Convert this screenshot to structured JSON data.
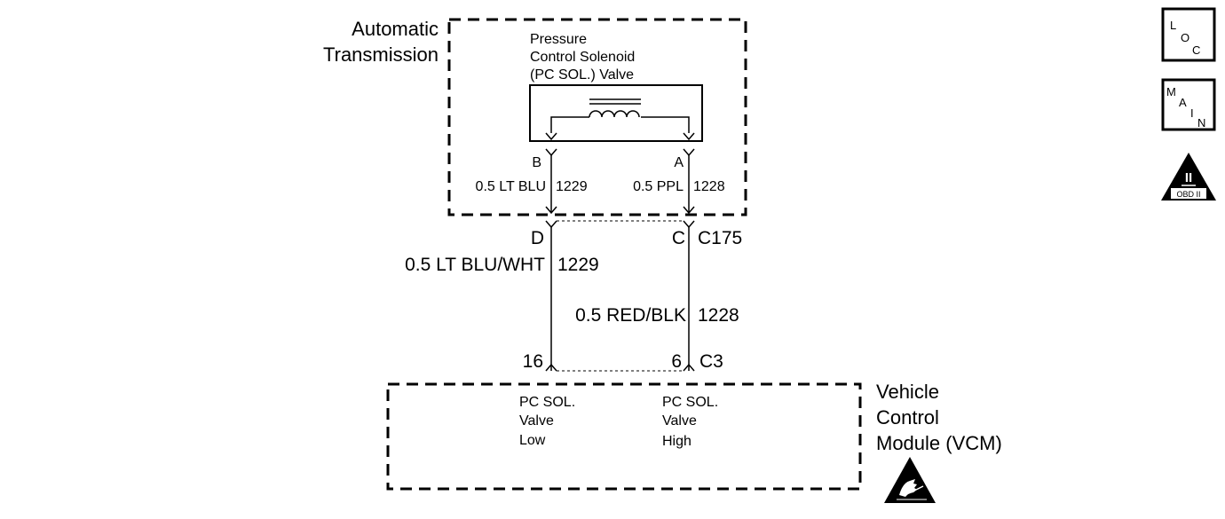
{
  "transmission": {
    "label_line1": "Automatic",
    "label_line2": "Transmission",
    "solenoid": {
      "line1": "Pressure",
      "line2": "Control Solenoid",
      "line3": "(PC SOL.) Valve"
    },
    "terminal_b": "B",
    "terminal_a": "A",
    "wire_b_label": "0.5 LT BLU",
    "wire_b_circuit": "1229",
    "wire_a_label": "0.5 PPL",
    "wire_a_circuit": "1228"
  },
  "connector_c175": {
    "pin_d": "D",
    "pin_c": "C",
    "name": "C175"
  },
  "harness": {
    "left_wire_label": "0.5 LT BLU/WHT",
    "left_wire_circuit": "1229",
    "right_wire_label": "0.5 RED/BLK",
    "right_wire_circuit": "1228"
  },
  "connector_c3": {
    "pin_left": "16",
    "pin_right": "6",
    "name": "C3"
  },
  "vcm": {
    "label_line1": "Vehicle",
    "label_line2": "Control",
    "label_line3": "Module (VCM)",
    "low_line1": "PC SOL.",
    "low_line2": "Valve",
    "low_line3": "Low",
    "high_line1": "PC SOL.",
    "high_line2": "Valve",
    "high_line3": "High"
  },
  "icons": {
    "loc": {
      "l": "L",
      "o": "O",
      "c": "C"
    },
    "main": {
      "m": "M",
      "a": "A",
      "i": "I",
      "n": "N"
    },
    "obd": {
      "numeral": "II",
      "text": "OBD II"
    },
    "esd": "esd-warning-icon"
  }
}
